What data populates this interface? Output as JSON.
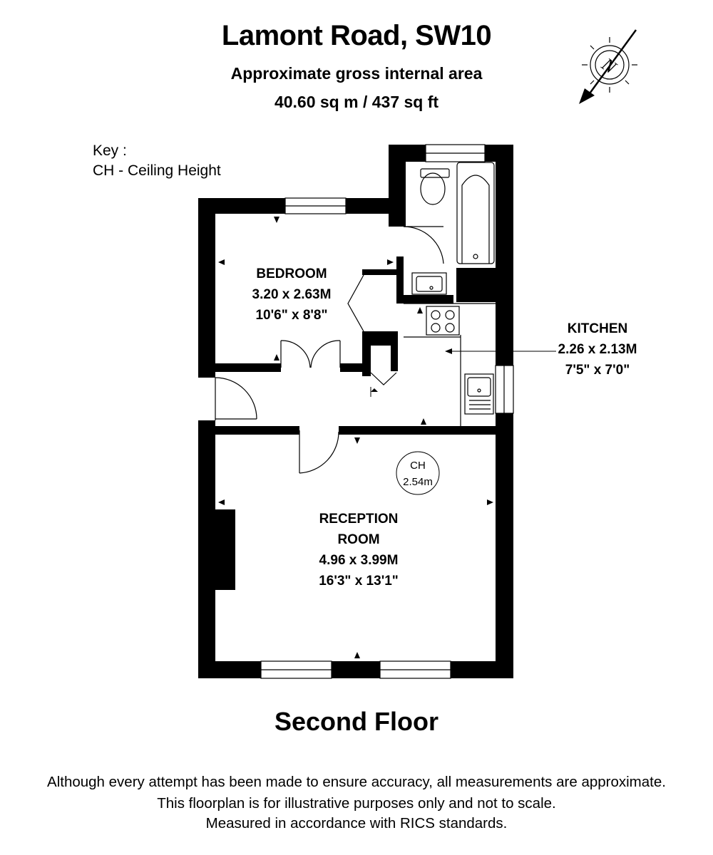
{
  "header": {
    "title": "Lamont Road, SW10",
    "subtitle": "Approximate gross internal area",
    "area": "40.60 sq m / 437 sq ft"
  },
  "key": {
    "title": "Key :",
    "entry": "CH - Ceiling Height"
  },
  "compass": {
    "label": "N"
  },
  "rooms": {
    "bedroom": {
      "name": "BEDROOM",
      "metric": "3.20 x 2.63M",
      "imperial": "10'6\" x 8'8\""
    },
    "kitchen": {
      "name": "KITCHEN",
      "metric": "2.26 x 2.13M",
      "imperial": "7'5\" x 7'0\""
    },
    "reception": {
      "name_line1": "RECEPTION",
      "name_line2": "ROOM",
      "metric": "4.96 x 3.99M",
      "imperial": "16'3\" x 13'1\""
    }
  },
  "ceiling_height": {
    "label": "CH",
    "value": "2.54m"
  },
  "floor_label": "Second Floor",
  "disclaimer": {
    "line1": "Although every attempt has been made to ensure accuracy, all measurements are approximate.",
    "line2": "This floorplan is for illustrative purposes only and not to scale.",
    "line3": "Measured in accordance with RICS standards."
  }
}
